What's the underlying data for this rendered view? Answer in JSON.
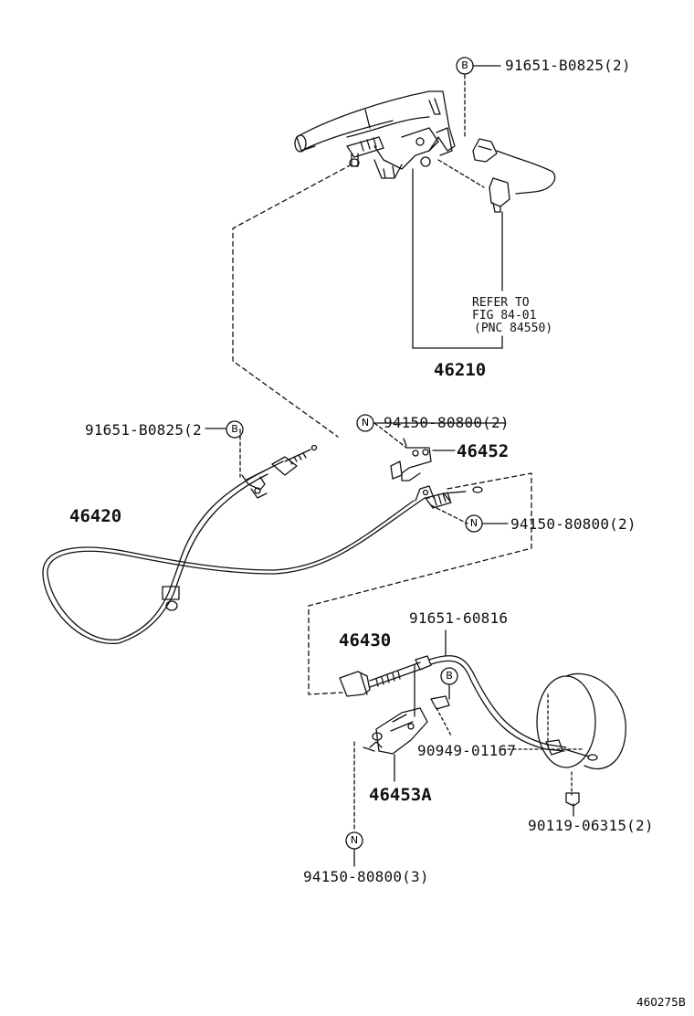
{
  "symbols": {
    "bolt": "B",
    "nut": "N"
  },
  "labels": {
    "p91651_b0825_top": "91651-B0825(2)",
    "p91651_b0825_left": "91651-B0825(2",
    "p94150_80800_a": "94150-80800(2)",
    "p94150_80800_b": "94150-80800(2)",
    "p94150_80800_c": "94150-80800(3)",
    "p46210": "46210",
    "p46452": "46452",
    "p46420": "46420",
    "p46430": "46430",
    "p91651_60816": "91651-60816",
    "p90949_01167": "90949-01167",
    "p46453a": "46453A",
    "p90119_06315": "90119-06315(2)",
    "diagram_code": "460275B"
  },
  "refer": {
    "line1": "REFER TO",
    "line2": "FIG 84-01",
    "line3": "(PNC 84550)"
  }
}
